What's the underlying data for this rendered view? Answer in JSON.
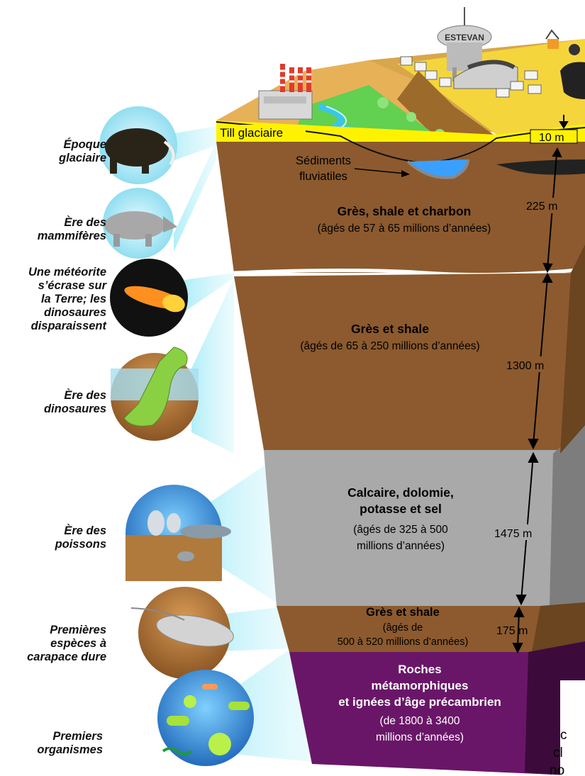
{
  "town": {
    "sign": "ESTEVAN"
  },
  "surface": {
    "till_label": "Till glaciaire",
    "fluvial_line1": "Sédiments",
    "fluvial_line2": "fluviatiles",
    "till_thickness": "10 m"
  },
  "layers": [
    {
      "title": "Grès, shale et charbon",
      "age": "(âgés de 57 à 65 millions d’années)",
      "thickness": "225 m"
    },
    {
      "title": "Grès et shale",
      "age": "(âgés de 65 à 250 millions d’années)",
      "thickness": "1300 m"
    },
    {
      "title1": "Calcaire, dolomie,",
      "title2": "potasse et sel",
      "age1": "(âgés de 325 à 500",
      "age2": "millions d’années)",
      "thickness": "1475 m"
    },
    {
      "title": "Grès et shale",
      "age1": "(âgés de",
      "age2": "500 à 520 millions d’années)",
      "thickness": "175 m"
    },
    {
      "title1": "Roches",
      "title2": "métamorphiques",
      "title3": "et ignées d’âge précambrien",
      "age1": "(de 1800 à 3400",
      "age2": "millions d’années)"
    }
  ],
  "eras": [
    {
      "lines": [
        "Époque",
        "glaciaire"
      ]
    },
    {
      "lines": [
        "Ère des",
        "mammifères"
      ]
    },
    {
      "lines": [
        "Une météorite",
        "s’écrase sur",
        "la Terre; les",
        "dinosaures",
        "disparaissent"
      ]
    },
    {
      "lines": [
        "Ère des",
        "dinosaures"
      ]
    },
    {
      "lines": [
        "Ère des",
        "poissons"
      ]
    },
    {
      "lines": [
        "Premières",
        "espèces à",
        "carapace dure"
      ]
    },
    {
      "lines": [
        "Premiers",
        "organismes"
      ]
    }
  ],
  "edge_text": [
    "c",
    "cl",
    "no"
  ],
  "colors": {
    "brown": "#8c5a2e",
    "gray": "#a9a9a9",
    "purple": "#6a1668",
    "till": "#fff200",
    "sky": "#bfeef7"
  }
}
